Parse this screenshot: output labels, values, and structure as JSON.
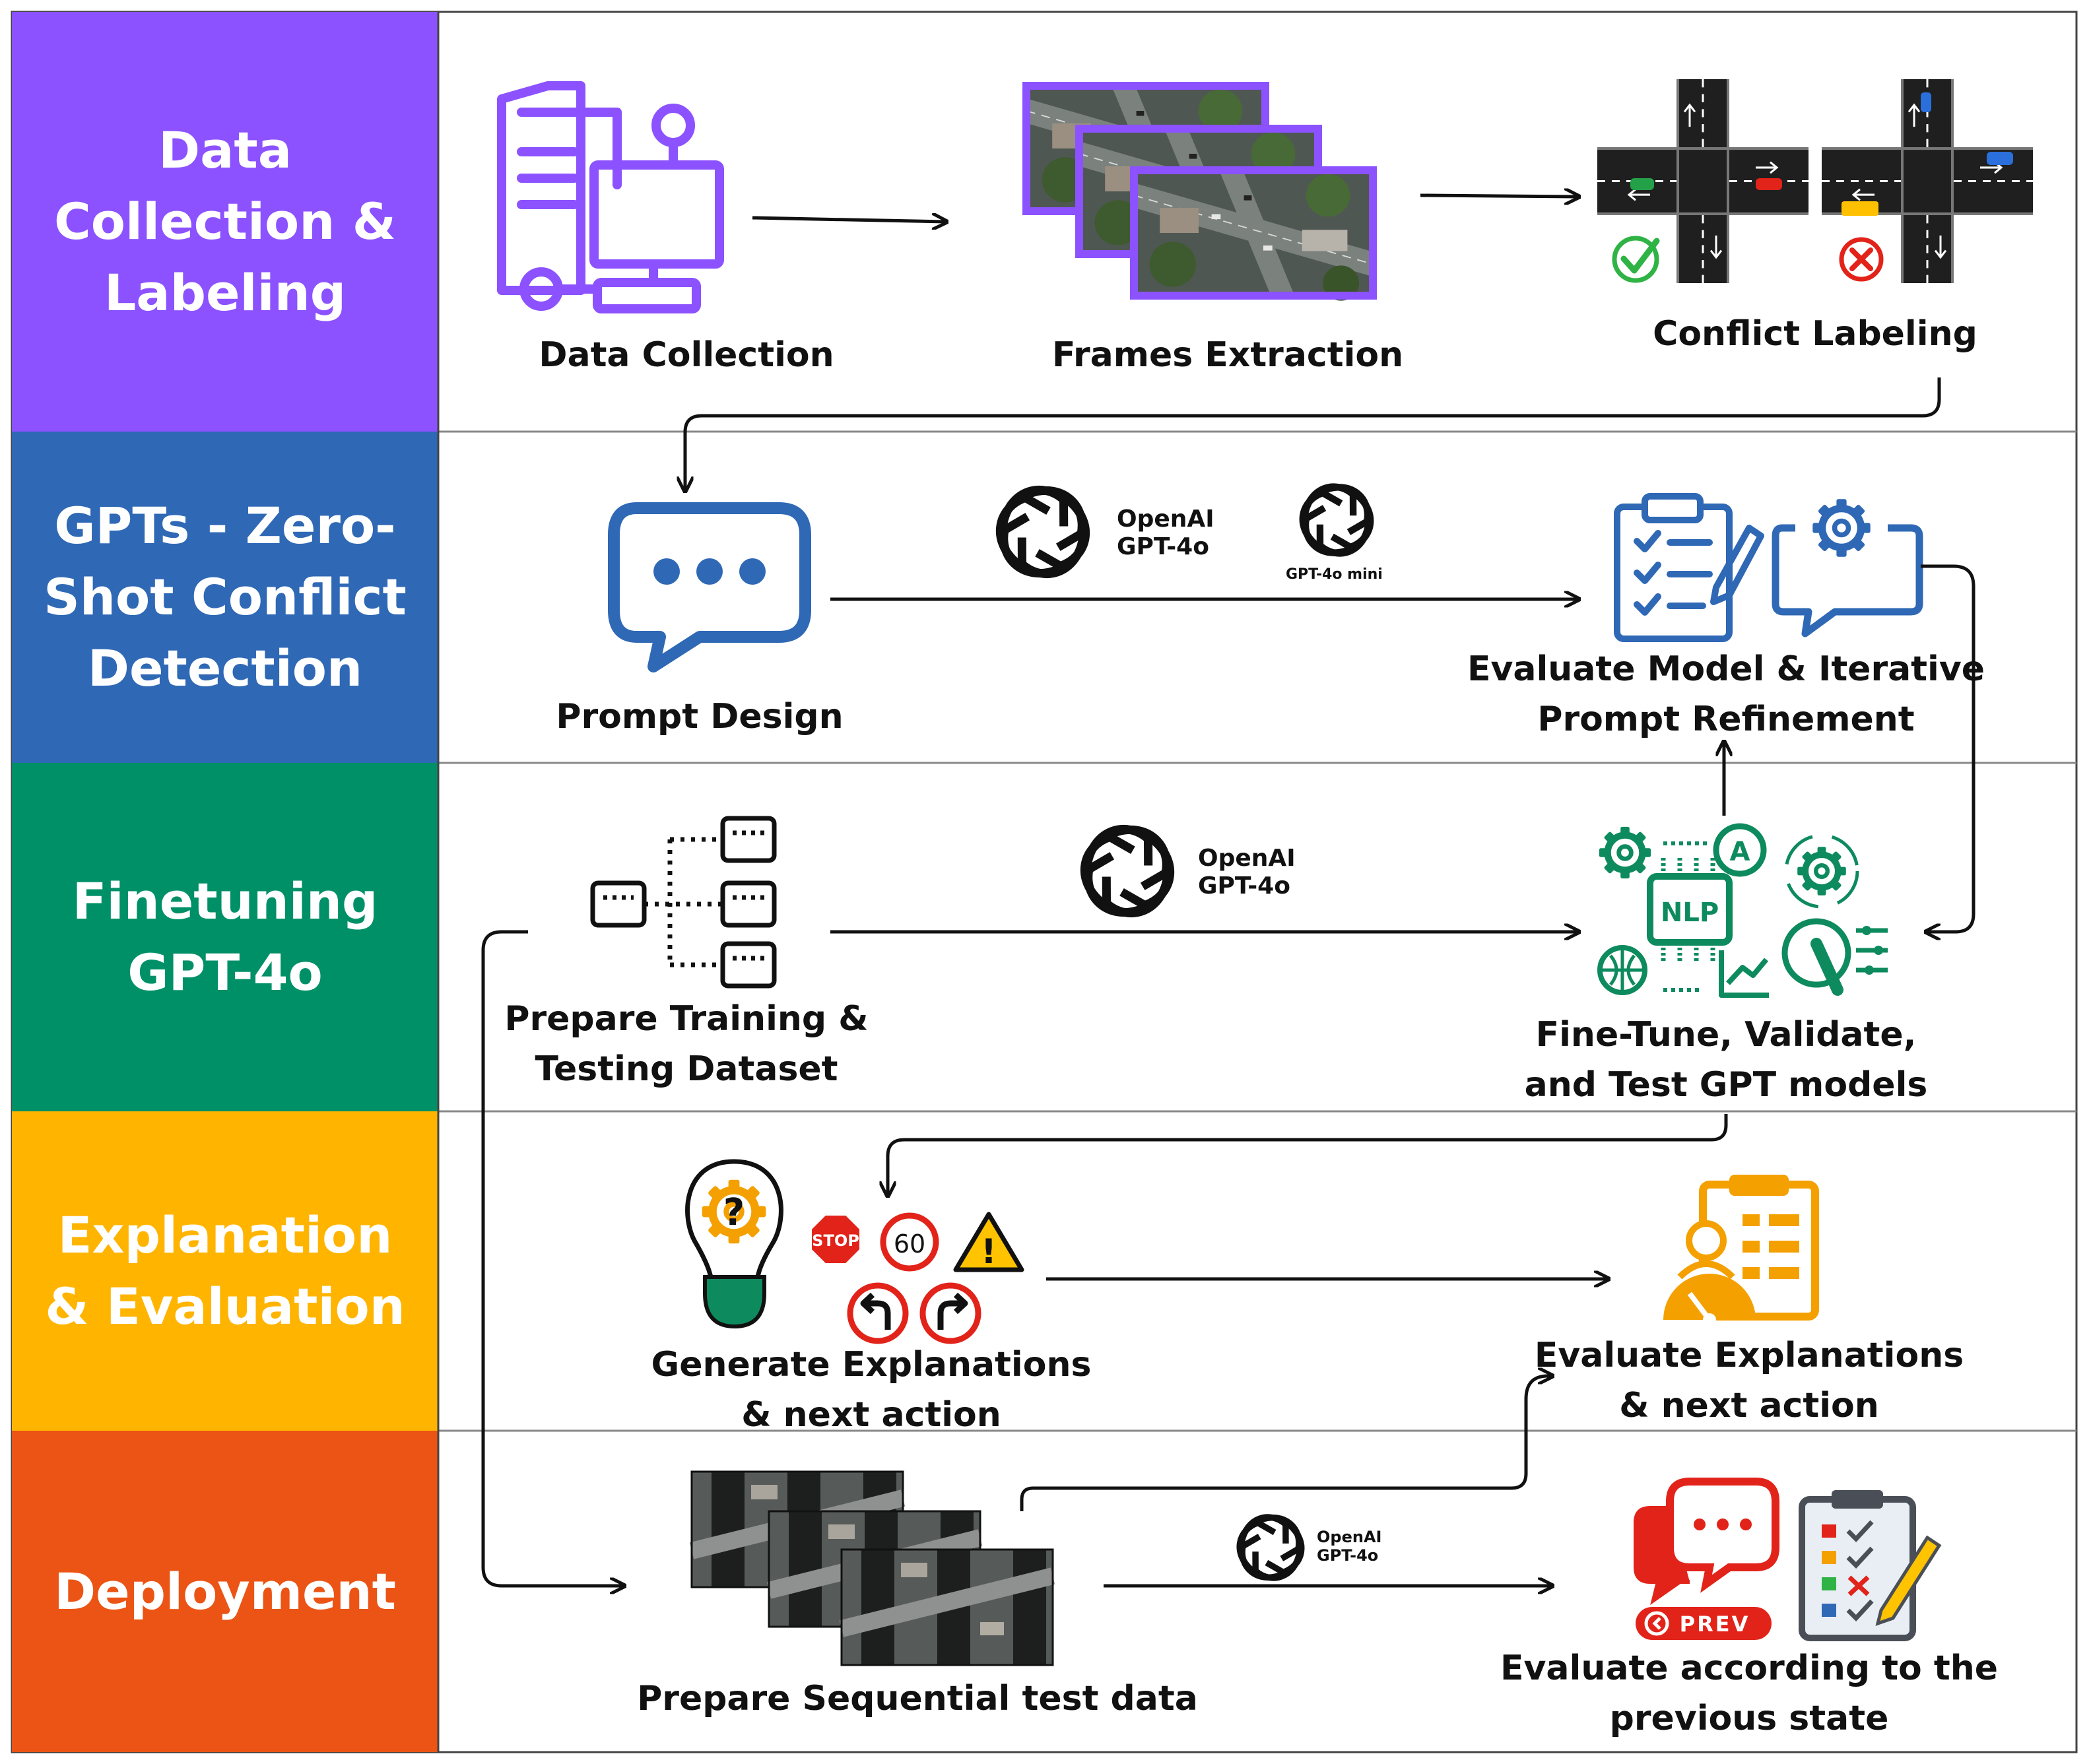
{
  "colors": {
    "data_collection": "#8C52FF",
    "gpts": "#2F68B5",
    "finetuning": "#009067",
    "explanation": "#FFB400",
    "deployment": "#EB5414",
    "purple": "#8C52FF",
    "blue": "#2F68B5",
    "green": "#0E8A5F",
    "orange": "#F4A000",
    "red": "#E2231A"
  },
  "bands": [
    {
      "label": "Data\nCollection &\nLabeling"
    },
    {
      "label": "GPTs - Zero-\nShot Conflict\nDetection"
    },
    {
      "label": "Finetuning\nGPT-4o"
    },
    {
      "label": "Explanation\n& Evaluation"
    },
    {
      "label": "Deployment"
    }
  ],
  "nodes": {
    "data_collection": "Data Collection",
    "frames_extraction": "Frames Extraction",
    "conflict_labeling": "Conflict Labeling",
    "prompt_design": "Prompt Design",
    "evaluate_model": "Evaluate Model & Iterative\nPrompt Refinement",
    "prepare_training": "Prepare Training &\nTesting Dataset",
    "fine_tune": "Fine-Tune, Validate,\nand Test GPT models",
    "generate_explanations": "Generate Explanations\n& next action",
    "evaluate_explanations": "Evaluate Explanations\n& next action",
    "prepare_sequential": "Prepare Sequential test data",
    "evaluate_previous": "Evaluate according to the\nprevious state"
  },
  "model_labels": {
    "gpt4o_row2": "OpenAI\nGPT-4o",
    "gpt4o_mini": "GPT-4o mini",
    "gpt4o_row3": "OpenAI\nGPT-4o",
    "gpt4o_row5": "OpenAI\nGPT-4o"
  },
  "icon_text": {
    "nlp": "NLP",
    "letter_a": "A",
    "stop": "STOP",
    "speed": "60",
    "prev": "PREV",
    "warning": "!",
    "question": "?"
  },
  "icons": [
    "document-computer-icon",
    "aerial-frames-icon",
    "intersection-icon",
    "check-icon",
    "cross-icon",
    "chat-bubble-icon",
    "openai-logo-icon",
    "clipboard-checklist-icon",
    "gear-chat-icon",
    "tree-structure-icon",
    "nlp-chip-icon",
    "lightbulb-gear-icon",
    "stop-sign-icon",
    "speed-limit-icon",
    "warning-sign-icon",
    "turn-left-icon",
    "turn-right-icon",
    "evaluation-report-icon",
    "sequential-frames-icon",
    "chat-bubbles-icon",
    "checklist-icon"
  ]
}
